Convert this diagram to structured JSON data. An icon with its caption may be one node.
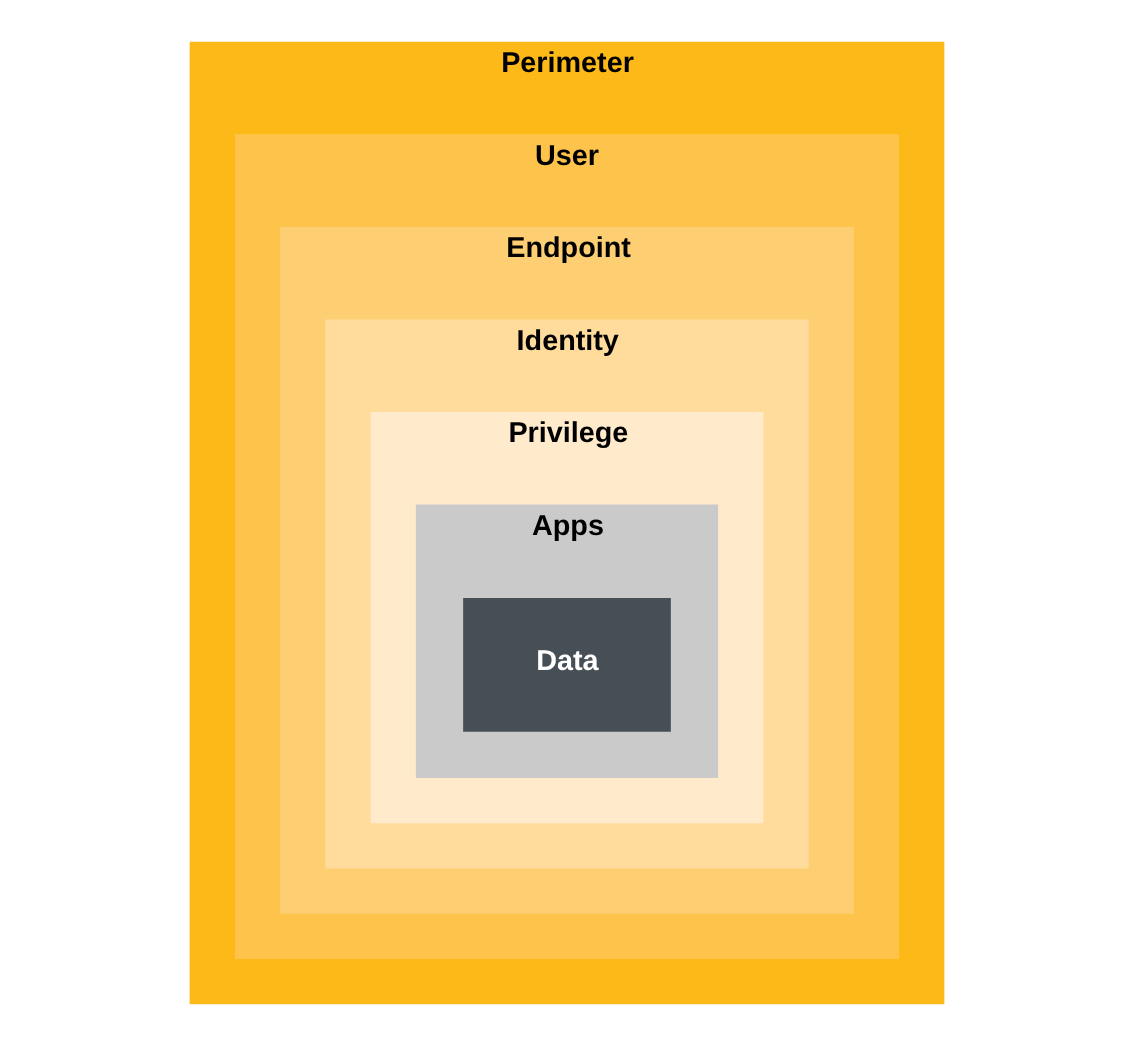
{
  "diagram": {
    "nodes": [
      {
        "text": [
          "Perimeter"
        ]
      },
      {
        "text": [
          "User"
        ],
        "in": 0
      },
      {
        "text": [
          "Endpoint"
        ],
        "in": 1
      },
      {
        "text": [
          "Identity"
        ],
        "in": 2
      },
      {
        "text": [
          "Privilege"
        ],
        "in": 3
      },
      {
        "text": [
          "Apps"
        ],
        "in": 4
      },
      {
        "text": [
          "Data"
        ],
        "in": 5
      }
    ]
  }
}
